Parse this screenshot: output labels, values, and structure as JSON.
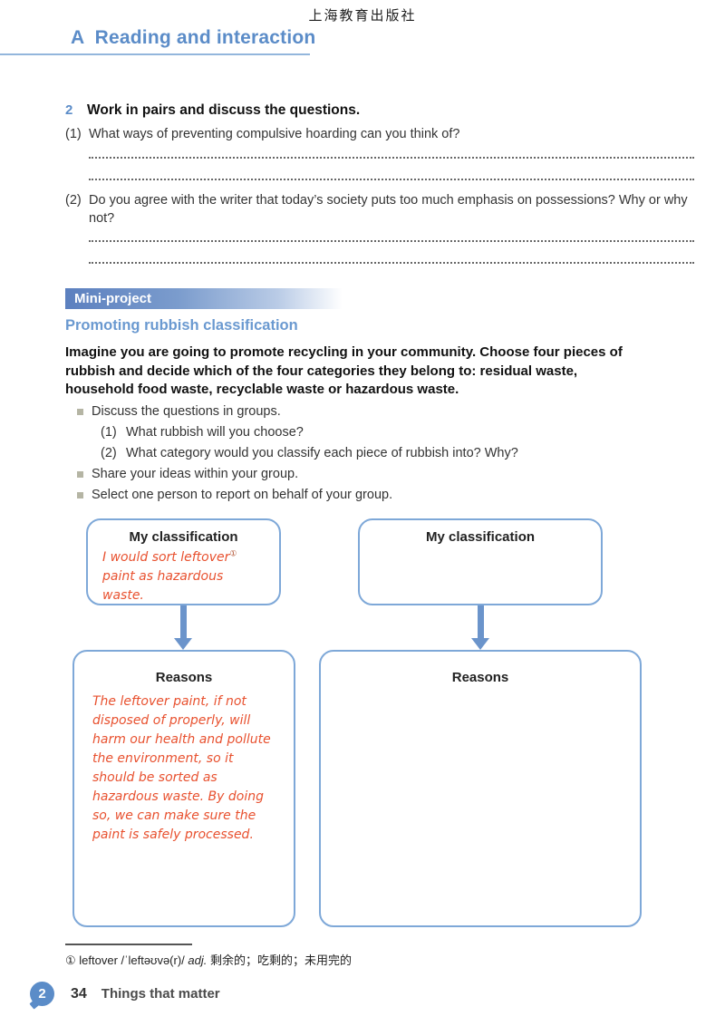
{
  "publisher": "上海教育出版社",
  "section_title": "A  Reading and interaction",
  "activity2": {
    "number": "2",
    "title": "Work in pairs and discuss the questions.",
    "questions": [
      {
        "num": "(1)",
        "text": "What ways of preventing compulsive hoarding can you think of?"
      },
      {
        "num": "(2)",
        "text": "Do you agree with the writer that today’s society puts too much emphasis on possessions? Why or why not?"
      }
    ]
  },
  "mini_project": {
    "banner_label": "Mini-project",
    "subtitle": "Promoting rubbish classification",
    "instructions": "Imagine you are going to promote recycling in your community. Choose four pieces of rubbish and decide which of the four categories they belong to: residual waste, household food waste, recyclable waste or hazardous waste.",
    "bullets": [
      {
        "text": "Discuss the questions in groups."
      },
      {
        "text": "Share your ideas within your group."
      },
      {
        "text": "Select one person to report on behalf of your group."
      }
    ],
    "sub_questions": [
      {
        "num": "(1)",
        "text": "What rubbish will you choose?"
      },
      {
        "num": "(2)",
        "text": "What category would you classify each piece of rubbish into? Why?"
      }
    ],
    "diagram": {
      "left_classification": {
        "title": "My classification",
        "note_part1": "I would sort leftover",
        "note_sup": "①",
        "note_part2": " paint as hazardous waste."
      },
      "right_classification": {
        "title": "My classification"
      },
      "left_reasons": {
        "title": "Reasons",
        "text": "The leftover paint, if not disposed of properly, will harm our health and pollute the environment, so it should be sorted as hazardous waste. By doing so, we can make sure the paint is safely processed."
      },
      "right_reasons": {
        "title": "Reasons"
      }
    }
  },
  "footnote": {
    "marker": "①",
    "word": "leftover",
    "phonetic": "/ˈleftəʊvə(r)/",
    "pos": "adj.",
    "meaning": "剩余的；吃剩的；未用完的"
  },
  "footer": {
    "unit_number": "2",
    "page_number": "34",
    "unit_title": "Things that matter"
  },
  "colors": {
    "heading_blue": "#5b8cc8",
    "banner_blue": "#5c80bf",
    "box_border_blue": "#7ea8d8",
    "arrow_blue": "#6b94cb",
    "handwriting_red": "#e8512f",
    "bullet_gray": "#b5b5a4"
  }
}
